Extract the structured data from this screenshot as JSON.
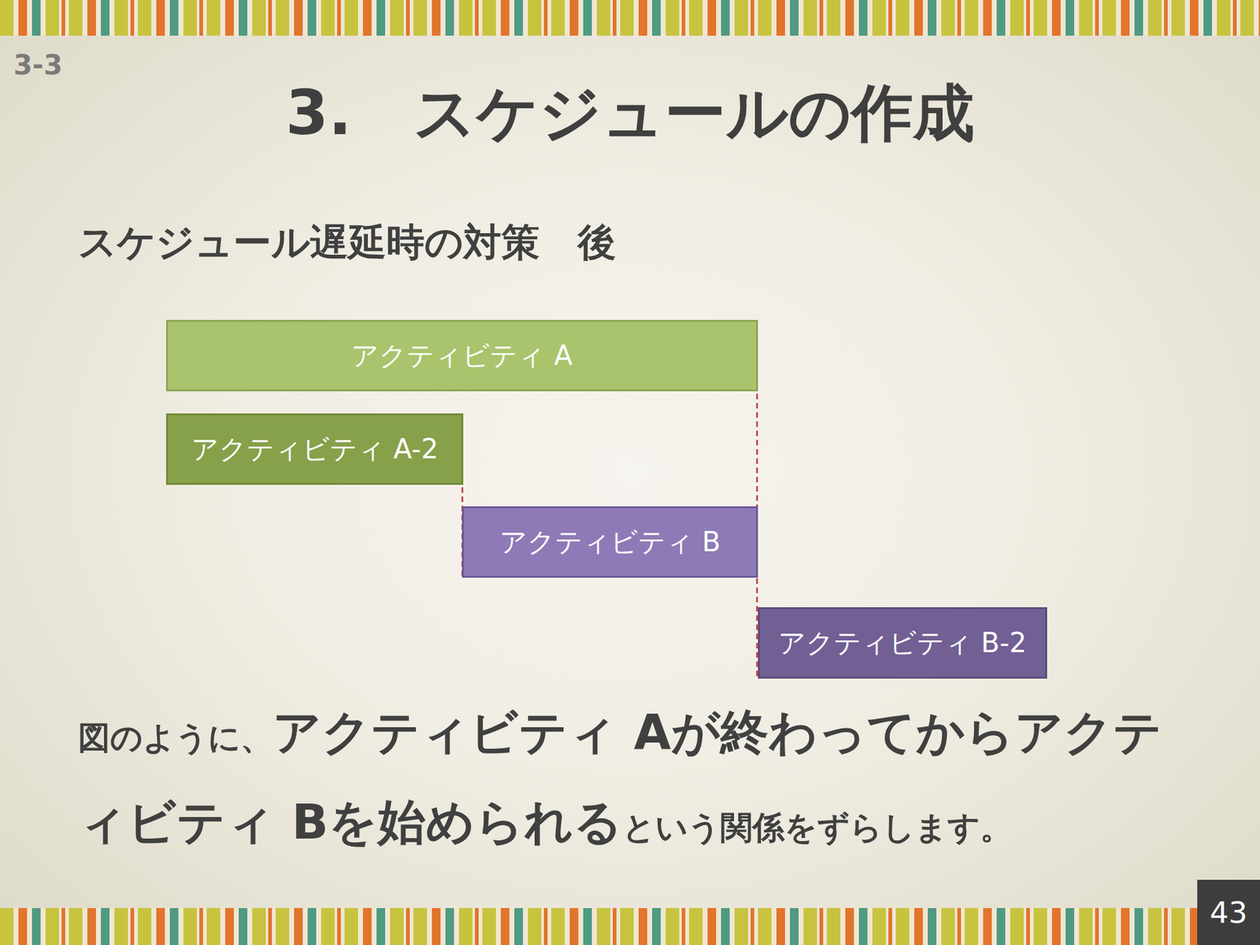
{
  "diagram": {
    "title": "3.　スケジュールの作成",
    "nodes": [
      {
        "text": [
          "アクティビティ A"
        ]
      },
      {
        "text": [
          "アクティビティ A-2"
        ]
      },
      {
        "text": [
          "アクティビティ B"
        ]
      },
      {
        "text": [
          "アクティビティ B-2"
        ]
      }
    ],
    "edges": [
      {
        "from": 1,
        "to": 2,
        "arrow": "none"
      },
      {
        "from": 0,
        "to": 3,
        "arrow": "none"
      }
    ],
    "labels": [
      "3-3",
      "スケジュール遅延時の対策　後",
      "図のように、",
      "アクティビティ Aが終わってからアクティビティ Bを始められる",
      "という関係をずらします。",
      "43"
    ]
  }
}
